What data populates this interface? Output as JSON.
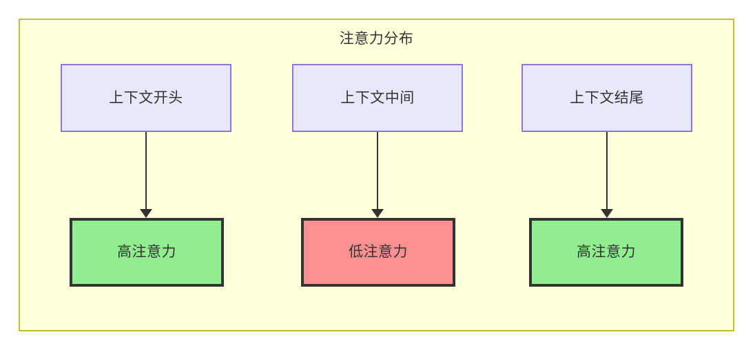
{
  "diagram": {
    "title": "注意力分布",
    "colors": {
      "container_bg": "#ffffdd",
      "container_border": "#c0c030",
      "context_bg": "#e8e8fc",
      "context_border": "#9370db",
      "high_attention_bg": "#90ee90",
      "low_attention_bg": "#fa9090",
      "node_border_dark": "#333333",
      "text": "#333333",
      "edge": "#333333"
    },
    "context_nodes": [
      {
        "label": "上下文开头"
      },
      {
        "label": "上下文中间"
      },
      {
        "label": "上下文结尾"
      }
    ],
    "attention_nodes": [
      {
        "label": "高注意力",
        "level": "high"
      },
      {
        "label": "低注意力",
        "level": "low"
      },
      {
        "label": "高注意力",
        "level": "high"
      }
    ],
    "edges": [
      {
        "from": "上下文开头",
        "to": "高注意力"
      },
      {
        "from": "上下文中间",
        "to": "低注意力"
      },
      {
        "from": "上下文结尾",
        "to": "高注意力"
      }
    ]
  }
}
